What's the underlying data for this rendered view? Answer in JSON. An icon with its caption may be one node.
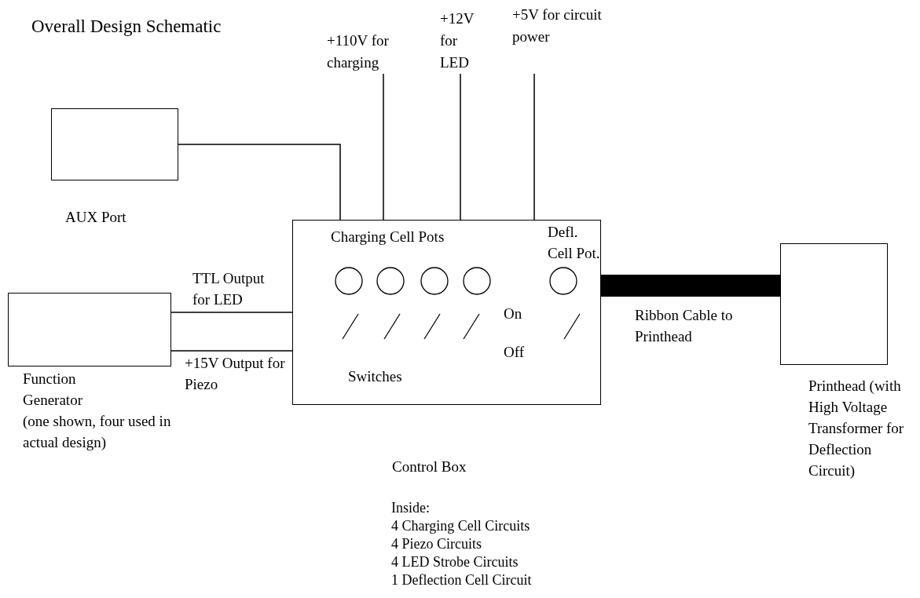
{
  "diagram": {
    "title": "Overall Design Schematic",
    "nodes": [
      {
        "text": [
          "AUX Port"
        ]
      },
      {
        "text": [
          "Function Generator",
          "(one shown, four used in actual design)"
        ]
      },
      {
        "text": [
          "Charging Cell Pots",
          "Defl. Cell Pot.",
          "On",
          "Off",
          "Switches",
          "Control Box"
        ]
      },
      {
        "text": [
          "Printhead (with High Voltage Transformer for Deflection Circuit)"
        ]
      },
      {
        "text": [
          "+110V for charging"
        ]
      },
      {
        "text": [
          "+12V for LED"
        ]
      },
      {
        "text": [
          "+5V for circuit power"
        ]
      }
    ],
    "edges": [
      {
        "from": 0,
        "to": 2,
        "arrow": "none"
      },
      {
        "from": 4,
        "to": 2,
        "arrow": "none"
      },
      {
        "from": 5,
        "to": 2,
        "arrow": "none"
      },
      {
        "from": 6,
        "to": 2,
        "arrow": "none"
      },
      {
        "from": 1,
        "to": 2,
        "arrow": "none",
        "label": "TTL Output for LED"
      },
      {
        "from": 1,
        "to": 2,
        "arrow": "none",
        "label": "+15V Output for Piezo"
      },
      {
        "from": 2,
        "to": 3,
        "arrow": "none",
        "label": "Ribbon Cable to Printhead",
        "style": "thick"
      }
    ],
    "labels": [
      "Inside:",
      "4 Charging Cell Circuits",
      "4 Piezo Circuits",
      "4 LED Strobe Circuits",
      "1 Deflection Cell Circuit"
    ]
  }
}
